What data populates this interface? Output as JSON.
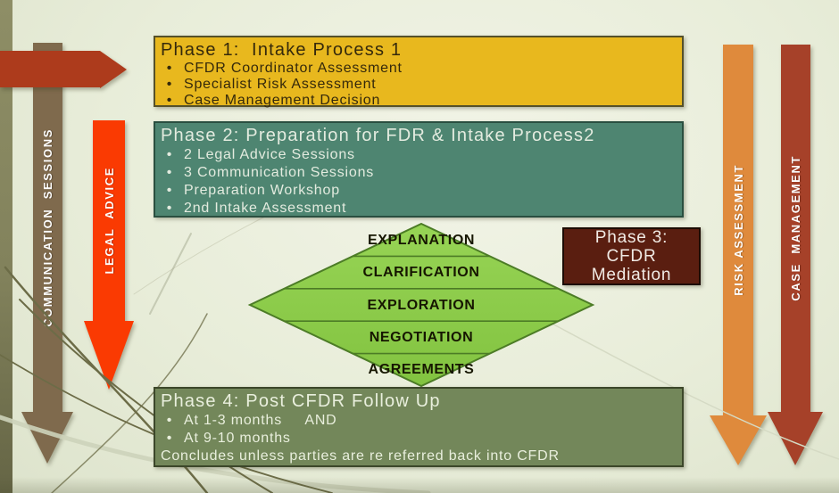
{
  "slide": {
    "background_color": "#e7ecd8",
    "phases": {
      "phase1": {
        "title": "Phase 1:  Intake Process 1",
        "bullets": [
          "CFDR Coordinator Assessment",
          "Specialist Risk Assessment",
          "Case Management Decision"
        ],
        "fill": "#e8b81e",
        "text_color": "#35290b"
      },
      "phase2": {
        "title": "Phase 2: Preparation for FDR & Intake Process2",
        "bullets": [
          "2 Legal Advice Sessions",
          "3 Communication Sessions",
          "Preparation Workshop",
          "2nd Intake Assessment"
        ],
        "fill": "#4e8571",
        "text_color": "#e3ebdf"
      },
      "phase3": {
        "lines": [
          "Phase 3:",
          "CFDR",
          "Mediation"
        ],
        "fill": "#5a1e10",
        "text_color": "#f0eae4"
      },
      "phase4": {
        "title": "Phase 4: Post CFDR Follow Up",
        "bullets": [
          "At 1-3 months     AND",
          "At 9-10 months"
        ],
        "footer": "Concludes unless parties are re referred back into CFDR",
        "fill": "#73875a",
        "text_color": "#e9efdd"
      }
    },
    "diamond": {
      "levels": [
        "EXPLANATION",
        "CLARIFICATION",
        "EXPLORATION",
        "NEGOTIATION",
        "AGREEMENTS"
      ],
      "fill": "#8ccc4a",
      "border": "#4c7c26"
    },
    "arrows": {
      "communication_sessions": {
        "label": "COMMUNICATION  SESSIONS",
        "color": "#7f6a4d",
        "direction": "down"
      },
      "legal_advice": {
        "label": "LEGAL  ADVICE",
        "color": "#fa3a02",
        "direction": "down"
      },
      "risk_assessment": {
        "label": "RISK ASSESSMENT",
        "color": "#df8a3c",
        "direction": "down"
      },
      "case_management": {
        "label": "CASE  MANAGEMENT",
        "color": "#a64129",
        "direction": "down"
      },
      "intake_entry": {
        "color": "#ad3b1c",
        "direction": "right"
      }
    }
  }
}
